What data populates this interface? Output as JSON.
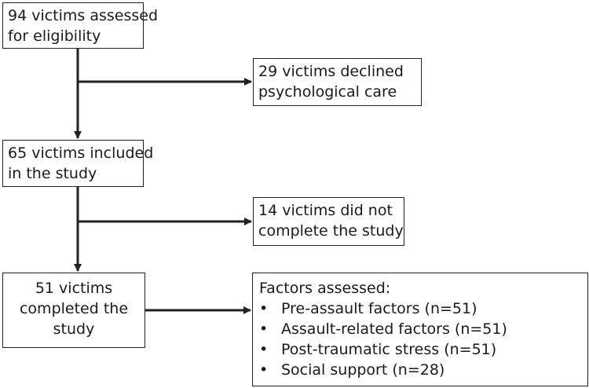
{
  "boxes": {
    "assessed": {
      "line1": "94 victims assessed",
      "line2": "for eligibility"
    },
    "declined": {
      "line1": "29 victims declined",
      "line2": "psychological care"
    },
    "included": {
      "line1": "65 victims included",
      "line2": "in the study"
    },
    "dropped": {
      "line1": "14 victims did not",
      "line2": "complete the study"
    },
    "completed": {
      "line1": "51 victims",
      "line2": "completed the",
      "line3": "study"
    },
    "factors": {
      "title": "Factors assessed:",
      "bullet": "•",
      "items": [
        "Pre-assault factors (n=51)",
        "Assault-related factors (n=51)",
        "Post-traumatic stress (n=51)",
        "Social support (n=28)"
      ]
    }
  },
  "colors": {
    "line": "#222222",
    "text": "#1a1a1a"
  }
}
